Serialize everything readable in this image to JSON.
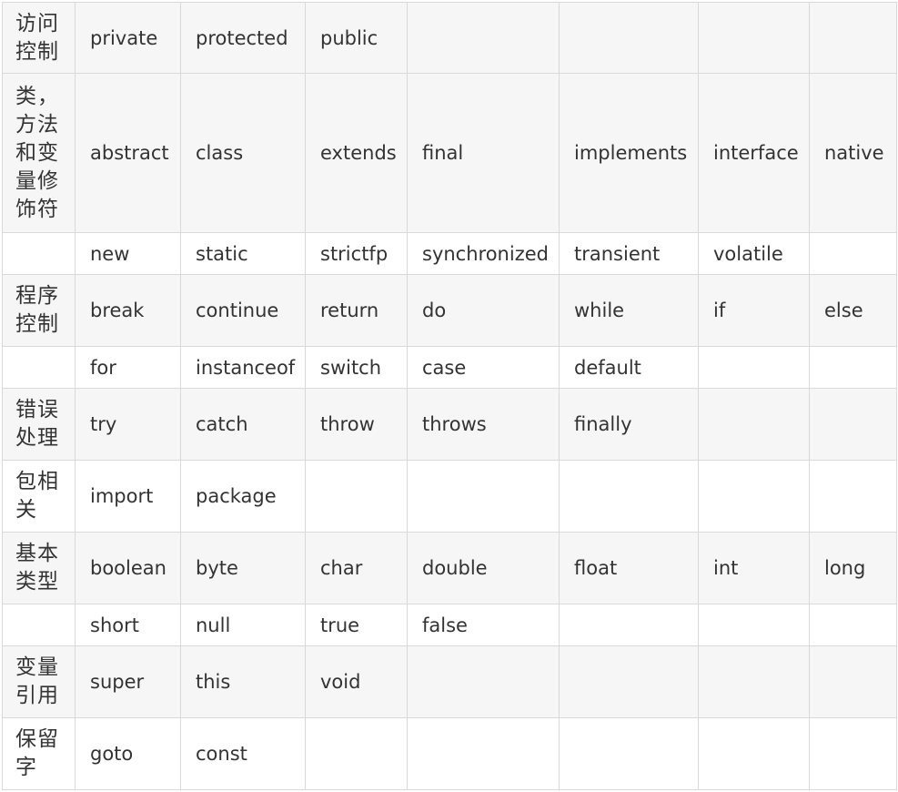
{
  "table": {
    "rows": [
      {
        "category": "访问控制",
        "keywords": [
          "private",
          "protected",
          "public",
          "",
          "",
          "",
          ""
        ],
        "shade": true,
        "height": 78
      },
      {
        "category": "类，方法和变量修饰符",
        "keywords": [
          "abstract",
          "class",
          "extends",
          "final",
          "implements",
          "interface",
          "native"
        ],
        "shade": true,
        "height": 175
      },
      {
        "category": "",
        "keywords": [
          "new",
          "static",
          "strictfp",
          "synchronized",
          "transient",
          "volatile",
          ""
        ],
        "shade": false,
        "height": 46
      },
      {
        "category": "程序控制",
        "keywords": [
          "break",
          "continue",
          "return",
          "do",
          "while",
          "if",
          "else"
        ],
        "shade": true,
        "height": 79
      },
      {
        "category": "",
        "keywords": [
          "for",
          "instanceof",
          "switch",
          "case",
          "default",
          "",
          ""
        ],
        "shade": false,
        "height": 46
      },
      {
        "category": "错误处理",
        "keywords": [
          "try",
          "catch",
          "throw",
          "throws",
          "finally",
          "",
          ""
        ],
        "shade": true,
        "height": 79
      },
      {
        "category": "包相关",
        "keywords": [
          "import",
          "package",
          "",
          "",
          "",
          "",
          ""
        ],
        "shade": false,
        "height": 79
      },
      {
        "category": "基本类型",
        "keywords": [
          "boolean",
          "byte",
          "char",
          "double",
          "float",
          "int",
          "long"
        ],
        "shade": true,
        "height": 79
      },
      {
        "category": "",
        "keywords": [
          "short",
          "null",
          "true",
          "false",
          "",
          "",
          ""
        ],
        "shade": false,
        "height": 46
      },
      {
        "category": "变量引用",
        "keywords": [
          "super",
          "this",
          "void",
          "",
          "",
          "",
          ""
        ],
        "shade": true,
        "height": 79
      },
      {
        "category": "保留字",
        "keywords": [
          "goto",
          "const",
          "",
          "",
          "",
          "",
          ""
        ],
        "shade": false,
        "height": 79
      }
    ]
  }
}
